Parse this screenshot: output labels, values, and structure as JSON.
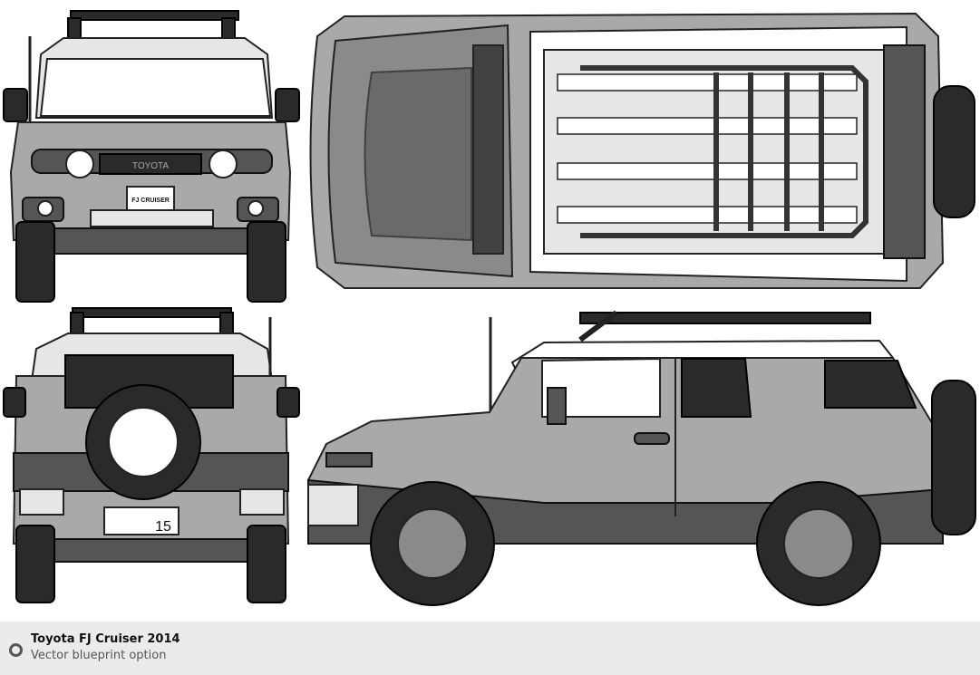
{
  "caption": {
    "title": "Toyota FJ Cruiser 2014",
    "subtitle": "Vector blueprint option"
  },
  "artwork": {
    "views": [
      "front",
      "top",
      "rear",
      "side"
    ],
    "front_grille_badge": "TOYOTA",
    "front_plate_badge": "FJ CRUISER",
    "rear_plate": "15"
  }
}
